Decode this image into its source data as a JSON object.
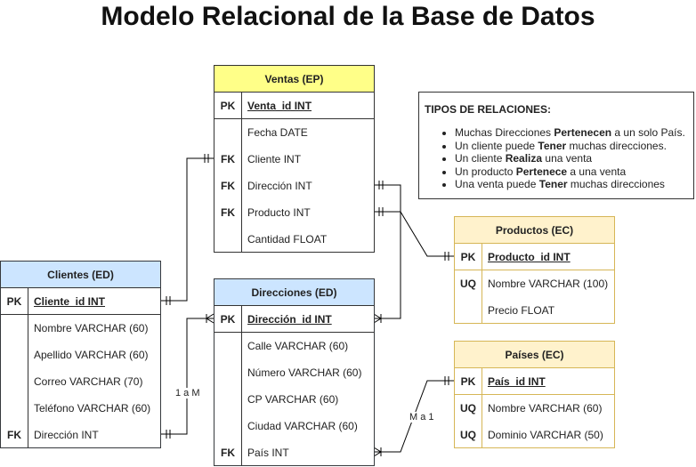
{
  "title": "Modelo Relacional de la Base de Datos",
  "entities": {
    "ventas": {
      "title": "Ventas (EP)",
      "rows": [
        {
          "key": "PK",
          "col": "Venta_id INT"
        },
        {
          "key": "",
          "col": "Fecha  DATE"
        },
        {
          "key": "FK",
          "col": "Cliente INT"
        },
        {
          "key": "FK",
          "col": "Dirección INT"
        },
        {
          "key": "FK",
          "col": "Producto INT"
        },
        {
          "key": "",
          "col": "Cantidad FLOAT"
        }
      ]
    },
    "clientes": {
      "title": "Clientes (ED)",
      "rows": [
        {
          "key": "PK",
          "col": "Cliente_id INT"
        },
        {
          "key": "",
          "col": "Nombre VARCHAR (60)"
        },
        {
          "key": "",
          "col": "Apellido VARCHAR (60)"
        },
        {
          "key": "",
          "col": "Correo VARCHAR (70)"
        },
        {
          "key": "",
          "col": "Teléfono VARCHAR (60)"
        },
        {
          "key": "FK",
          "col": "Dirección INT"
        }
      ]
    },
    "direcciones": {
      "title": "Direcciones (ED)",
      "rows": [
        {
          "key": "PK",
          "col": "Dirección_id INT"
        },
        {
          "key": "",
          "col": "Calle VARCHAR (60)"
        },
        {
          "key": "",
          "col": "Número VARCHAR (60)"
        },
        {
          "key": "",
          "col": "CP VARCHAR (60)"
        },
        {
          "key": "",
          "col": "Ciudad VARCHAR (60)"
        },
        {
          "key": "FK",
          "col": "País INT"
        }
      ]
    },
    "productos": {
      "title": "Productos (EC)",
      "rows": [
        {
          "key": "PK",
          "col": "Producto_id INT"
        },
        {
          "key": "UQ",
          "col": "Nombre VARCHAR (100)"
        },
        {
          "key": "",
          "col": "Precio FLOAT"
        }
      ]
    },
    "paises": {
      "title": "Países (EC)",
      "rows": [
        {
          "key": "PK",
          "col": "País_id INT"
        },
        {
          "key": "UQ",
          "col": "Nombre VARCHAR (60)"
        },
        {
          "key": "UQ",
          "col": "Dominio VARCHAR (50)"
        }
      ]
    }
  },
  "legend": {
    "heading": "TIPOS DE RELACIONES:",
    "items": [
      {
        "a": "Muchas Direcciones ",
        "b": "Pertenecen",
        "c": " a un solo País."
      },
      {
        "a": "Un cliente puede ",
        "b": "Tener",
        "c": " muchas direcciones."
      },
      {
        "a": "Un cliente ",
        "b": "Realiza",
        "c": " una venta"
      },
      {
        "a": "Un producto ",
        "b": "Pertenece",
        "c": " a una venta"
      },
      {
        "a": "Una venta puede ",
        "b": "Tener",
        "c": " muchas direcciones"
      }
    ]
  },
  "relation_labels": {
    "one_to_many": "1 a M",
    "many_to_one": "M a 1"
  }
}
